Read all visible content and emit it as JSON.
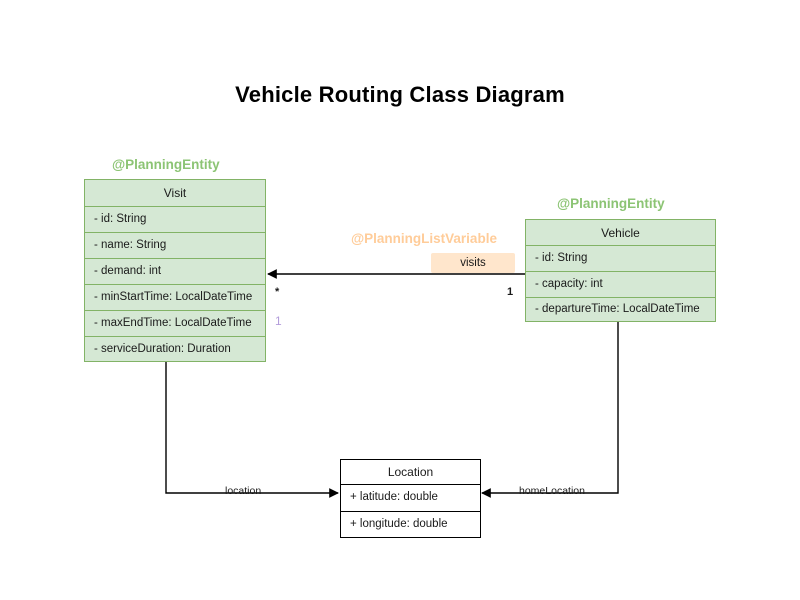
{
  "title": "Vehicle Routing Class Diagram",
  "classes": [
    {
      "key": "visit",
      "name": "Visit",
      "stereotype": "@PlanningEntity",
      "attributes": [
        "- id: String",
        "- name: String",
        "- demand: int",
        "- minStartTime: LocalDateTime",
        "- maxEndTime: LocalDateTime",
        "- serviceDuration: Duration"
      ]
    },
    {
      "key": "vehicle",
      "name": "Vehicle",
      "stereotype": "@PlanningEntity",
      "attributes": [
        "- id: String",
        "- capacity: int",
        "- departureTime: LocalDateTime"
      ]
    },
    {
      "key": "location",
      "name": "Location",
      "stereotype": "",
      "attributes": [
        "+ latitude: double",
        "+ longitude: double"
      ]
    }
  ],
  "relations": {
    "visits": {
      "stereotype": "@PlanningListVariable",
      "label": "visits",
      "source_multiplicity": "1",
      "target_multiplicity": "*",
      "extra_multiplicity": "1"
    },
    "location": {
      "label": "location"
    },
    "home_location": {
      "label": "homeLocation"
    }
  },
  "colors": {
    "class_fill": "#d5e8d4",
    "class_stroke": "#82b366",
    "stereotype_entity": "#8cc474",
    "stereotype_listvar": "#ffcc99",
    "chip_fill": "#ffe6cc",
    "plain_stroke": "#000000",
    "multiplicity_lilac": "#b39ddb"
  }
}
